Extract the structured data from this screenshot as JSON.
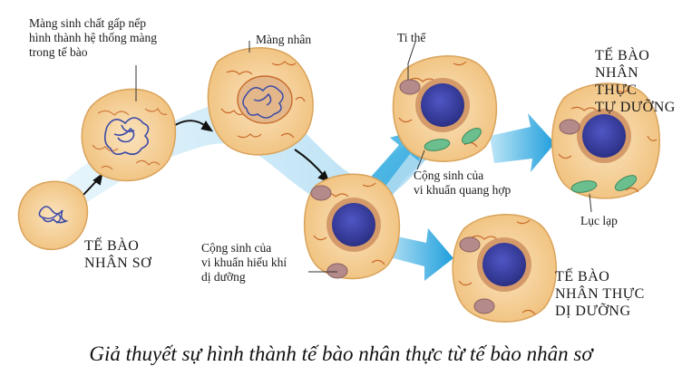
{
  "labels": {
    "folded_membrane": [
      "Màng sinh chất gấp nếp",
      "hình thành hệ thống màng",
      "trong tế bào"
    ],
    "nuclear_membrane": "Màng nhân",
    "mitochondrion": "Ti thể",
    "photosynthetic_symbiosis": [
      "Cộng sinh của",
      "vi khuẩn quang hợp"
    ],
    "aerobic_symbiosis": [
      "Cộng sinh của",
      "vi khuẩn hiếu khí",
      "dị dưỡng"
    ],
    "chloroplast": "Lục lạp"
  },
  "stages": {
    "prokaryote": [
      "TẾ BÀO",
      "NHÂN SƠ"
    ],
    "autotroph": [
      "TẾ BÀO",
      "NHÂN THỰC",
      "TỰ DƯỠNG"
    ],
    "heterotroph": [
      "TẾ BÀO",
      "NHÂN THỰC",
      "DỊ DƯỠNG"
    ]
  },
  "caption": "Giả thuyết sự hình thành tế bào nhân thực từ tế bào nhân sơ",
  "colors": {
    "cytoplasm": "#f6d3a0",
    "cell_outline": "#d9a35a",
    "membrane_folds": "#c96a2a",
    "nucleus": "#3a3f9e",
    "dna": "#3b4aa8",
    "mitochondrion": "#b58a8a",
    "chloroplast": "#6bbf8e",
    "flow_band": "#bfe3f5",
    "arrow_blue": "#2aa5de"
  }
}
